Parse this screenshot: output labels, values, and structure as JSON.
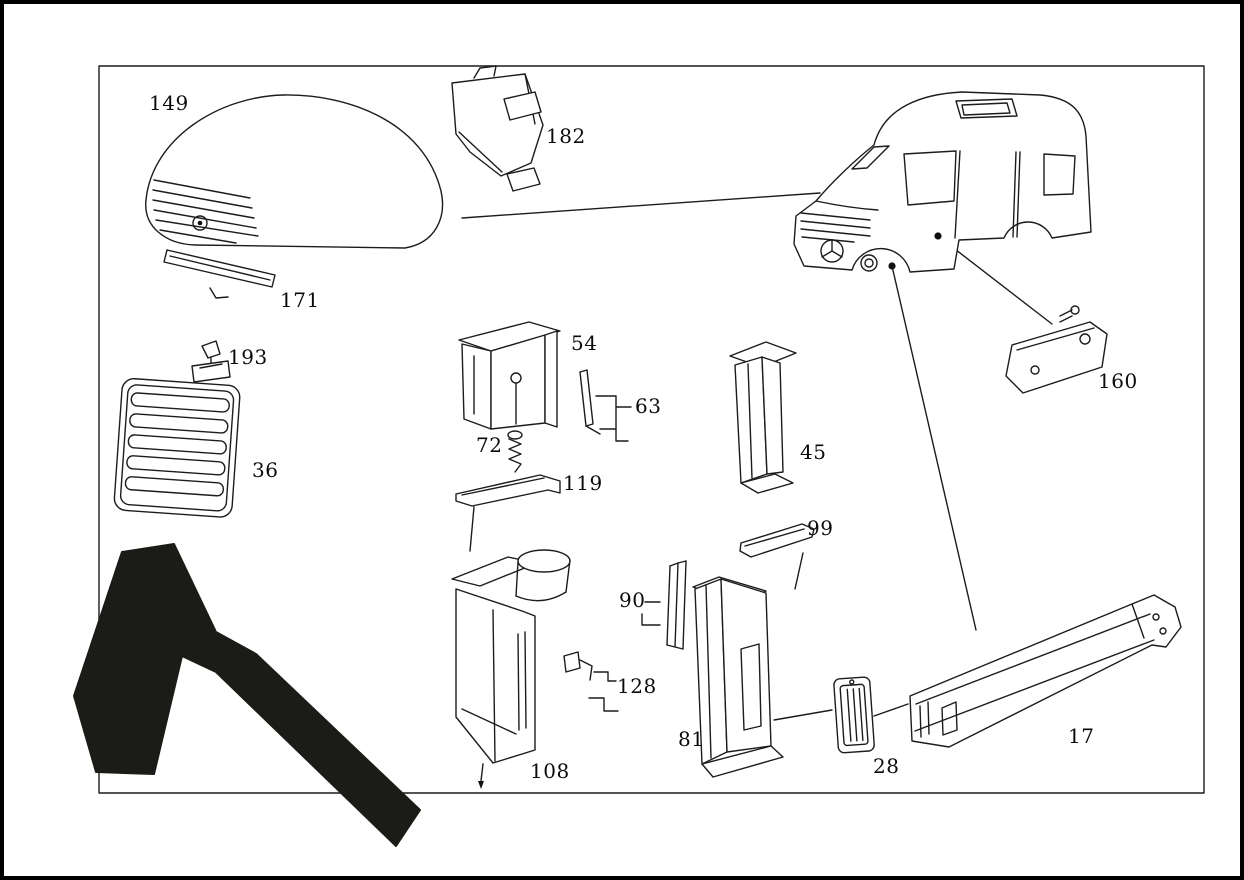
{
  "figure": {
    "background_color": "#ffffff",
    "line_color": "#1c1c1c",
    "artifact_color": "#1b1b17",
    "part_labels": [
      {
        "number": "149"
      },
      {
        "number": "182"
      },
      {
        "number": "171"
      },
      {
        "number": "193"
      },
      {
        "number": "36"
      },
      {
        "number": "54"
      },
      {
        "number": "63"
      },
      {
        "number": "72"
      },
      {
        "number": "119"
      },
      {
        "number": "45"
      },
      {
        "number": "99"
      },
      {
        "number": "90"
      },
      {
        "number": "108"
      },
      {
        "number": "128"
      },
      {
        "number": "81"
      },
      {
        "number": "28"
      },
      {
        "number": "17"
      },
      {
        "number": "160"
      }
    ]
  }
}
